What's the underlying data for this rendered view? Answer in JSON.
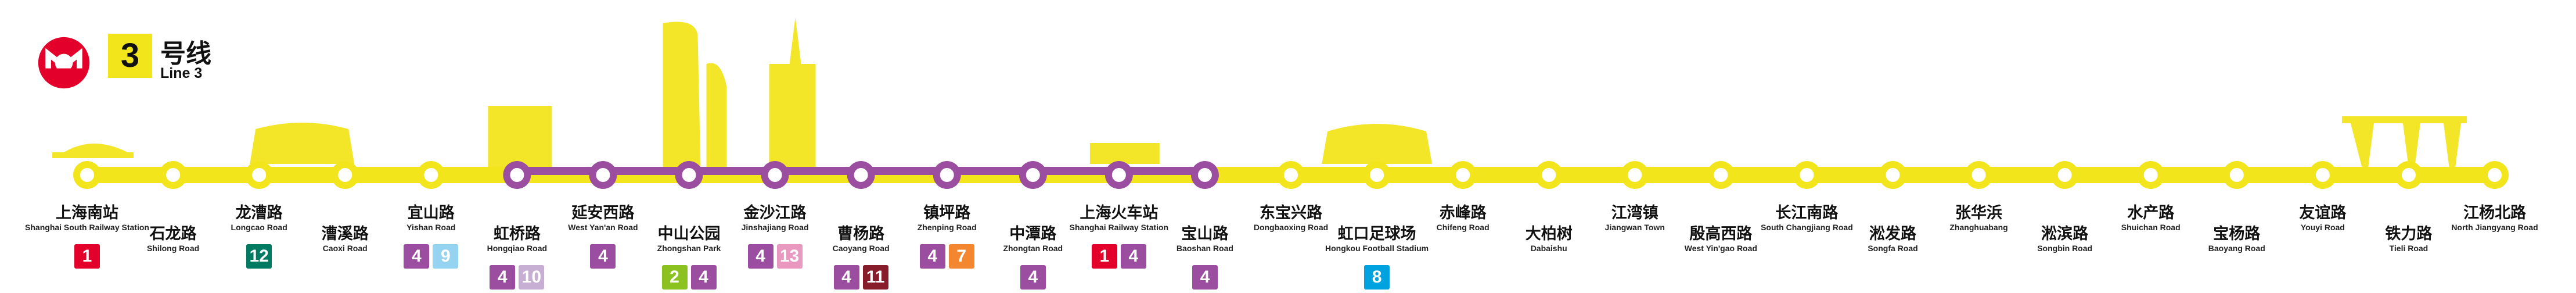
{
  "header": {
    "line_number": "3",
    "line_name_cn": "号线",
    "line_name_en": "Line 3"
  },
  "colors": {
    "line3": "#f2e51c",
    "line4": "#9b4ea0",
    "line1": "#e3002b",
    "line2": "#8cc220",
    "line7": "#f3862e",
    "line8": "#00a2e0",
    "line9": "#95d3f0",
    "line10": "#c7afd3",
    "line11": "#871c2b",
    "line12": "#007a60",
    "line13": "#e999c0",
    "logo": "#e3002b"
  },
  "stations": [
    {
      "cn": "上海南站",
      "en": "Shanghai South Railway Station",
      "pos": "top",
      "shared4": false,
      "transfers": [
        1
      ]
    },
    {
      "cn": "石龙路",
      "en": "Shilong Road",
      "pos": "bottom",
      "shared4": false,
      "transfers": []
    },
    {
      "cn": "龙漕路",
      "en": "Longcao Road",
      "pos": "top",
      "shared4": false,
      "transfers": [
        12
      ]
    },
    {
      "cn": "漕溪路",
      "en": "Caoxi Road",
      "pos": "bottom",
      "shared4": false,
      "transfers": []
    },
    {
      "cn": "宜山路",
      "en": "Yishan Road",
      "pos": "top",
      "shared4": false,
      "transfers": [
        4,
        9
      ]
    },
    {
      "cn": "虹桥路",
      "en": "Hongqiao Road",
      "pos": "bottom",
      "shared4": true,
      "transfers": [
        4,
        10
      ]
    },
    {
      "cn": "延安西路",
      "en": "West Yan'an Road",
      "pos": "top",
      "shared4": true,
      "transfers": [
        4
      ]
    },
    {
      "cn": "中山公园",
      "en": "Zhongshan Park",
      "pos": "bottom",
      "shared4": true,
      "transfers": [
        2,
        4
      ]
    },
    {
      "cn": "金沙江路",
      "en": "Jinshajiang Road",
      "pos": "top",
      "shared4": true,
      "transfers": [
        4,
        13
      ]
    },
    {
      "cn": "曹杨路",
      "en": "Caoyang Road",
      "pos": "bottom",
      "shared4": true,
      "transfers": [
        4,
        11
      ]
    },
    {
      "cn": "镇坪路",
      "en": "Zhenping Road",
      "pos": "top",
      "shared4": true,
      "transfers": [
        4,
        7
      ]
    },
    {
      "cn": "中潭路",
      "en": "Zhongtan Road",
      "pos": "bottom",
      "shared4": true,
      "transfers": [
        4
      ]
    },
    {
      "cn": "上海火车站",
      "en": "Shanghai Railway Station",
      "pos": "top",
      "shared4": true,
      "transfers": [
        1,
        4
      ]
    },
    {
      "cn": "宝山路",
      "en": "Baoshan Road",
      "pos": "bottom",
      "shared4": true,
      "transfers": [
        4
      ]
    },
    {
      "cn": "东宝兴路",
      "en": "Dongbaoxing Road",
      "pos": "top",
      "shared4": false,
      "transfers": []
    },
    {
      "cn": "虹口足球场",
      "en": "Hongkou Football Stadium",
      "pos": "bottom",
      "shared4": false,
      "transfers": [
        8
      ]
    },
    {
      "cn": "赤峰路",
      "en": "Chifeng Road",
      "pos": "top",
      "shared4": false,
      "transfers": []
    },
    {
      "cn": "大柏树",
      "en": "Dabaishu",
      "pos": "bottom",
      "shared4": false,
      "transfers": []
    },
    {
      "cn": "江湾镇",
      "en": "Jiangwan Town",
      "pos": "top",
      "shared4": false,
      "transfers": []
    },
    {
      "cn": "殷高西路",
      "en": "West Yin'gao Road",
      "pos": "bottom",
      "shared4": false,
      "transfers": []
    },
    {
      "cn": "长江南路",
      "en": "South Changjiang Road",
      "pos": "top",
      "shared4": false,
      "transfers": []
    },
    {
      "cn": "淞发路",
      "en": "Songfa Road",
      "pos": "bottom",
      "shared4": false,
      "transfers": []
    },
    {
      "cn": "张华浜",
      "en": "Zhanghuabang",
      "pos": "top",
      "shared4": false,
      "transfers": []
    },
    {
      "cn": "淞滨路",
      "en": "Songbin Road",
      "pos": "bottom",
      "shared4": false,
      "transfers": []
    },
    {
      "cn": "水产路",
      "en": "Shuichan Road",
      "pos": "top",
      "shared4": false,
      "transfers": []
    },
    {
      "cn": "宝杨路",
      "en": "Baoyang Road",
      "pos": "bottom",
      "shared4": false,
      "transfers": []
    },
    {
      "cn": "友谊路",
      "en": "Youyi Road",
      "pos": "top",
      "shared4": false,
      "transfers": []
    },
    {
      "cn": "铁力路",
      "en": "Tieli Road",
      "pos": "bottom",
      "shared4": false,
      "transfers": []
    },
    {
      "cn": "江杨北路",
      "en": "North Jiangyang Road",
      "pos": "top",
      "shared4": false,
      "transfers": []
    }
  ]
}
